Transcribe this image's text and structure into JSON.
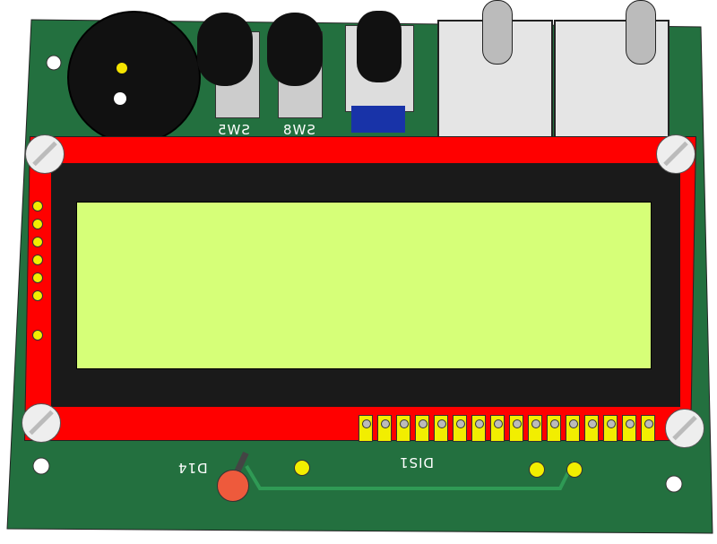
{
  "board": {
    "colors": {
      "pcb": "#23703f",
      "frame": "#ff0000",
      "bezel": "#1a1a1a",
      "screen": "#d6ff78",
      "pad": "#f2ee00"
    },
    "labels": {
      "sw5": "SW5",
      "sw8": "SW8",
      "display": "DIS1",
      "led": "D14"
    },
    "lcd_pin_count": 16,
    "side_pin_count": 7
  }
}
